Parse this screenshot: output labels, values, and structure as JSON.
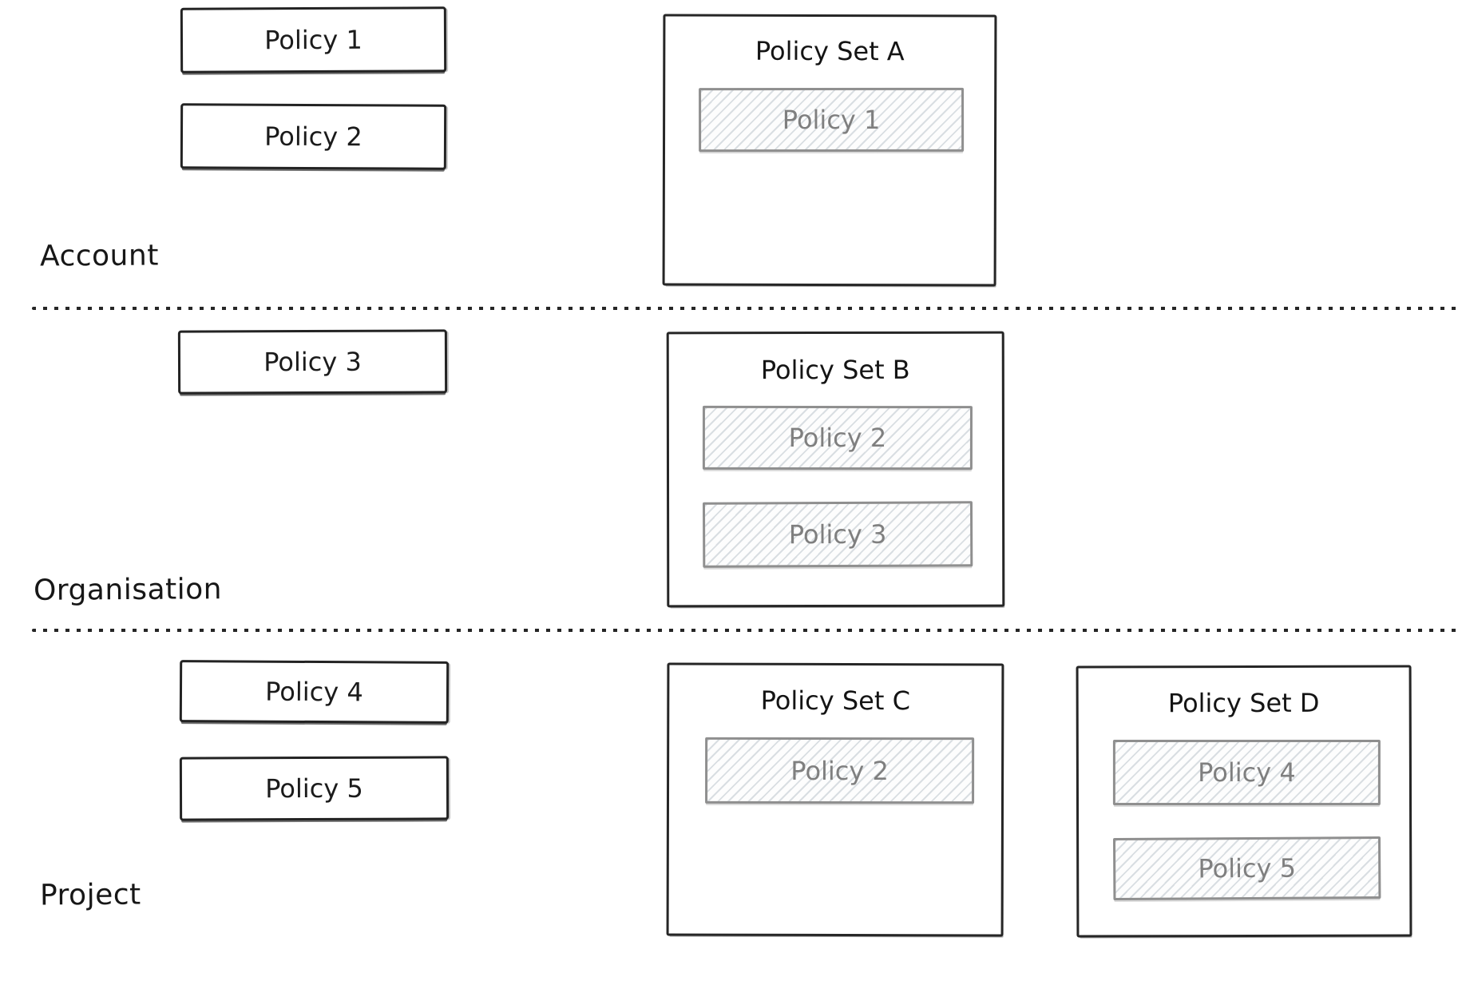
{
  "palette": {
    "background": "#ffffff",
    "ink": "#1e1e1e",
    "member_border": "#8f8f8f",
    "member_text": "#7f7f7f",
    "hatch_line": "#d9dee2"
  },
  "sections": [
    {
      "label": "Account",
      "policies": [
        {
          "label": "Policy 1"
        },
        {
          "label": "Policy 2"
        }
      ],
      "policy_sets": [
        {
          "title": "Policy Set A",
          "members": [
            {
              "label": "Policy 1"
            }
          ]
        }
      ]
    },
    {
      "label": "Organisation",
      "policies": [
        {
          "label": "Policy 3"
        }
      ],
      "policy_sets": [
        {
          "title": "Policy Set B",
          "members": [
            {
              "label": "Policy 2"
            },
            {
              "label": "Policy 3"
            }
          ]
        }
      ]
    },
    {
      "label": "Project",
      "policies": [
        {
          "label": "Policy 4"
        },
        {
          "label": "Policy 5"
        }
      ],
      "policy_sets": [
        {
          "title": "Policy Set C",
          "members": [
            {
              "label": "Policy 2"
            }
          ]
        },
        {
          "title": "Policy Set D",
          "members": [
            {
              "label": "Policy 4"
            },
            {
              "label": "Policy 5"
            }
          ]
        }
      ]
    }
  ]
}
